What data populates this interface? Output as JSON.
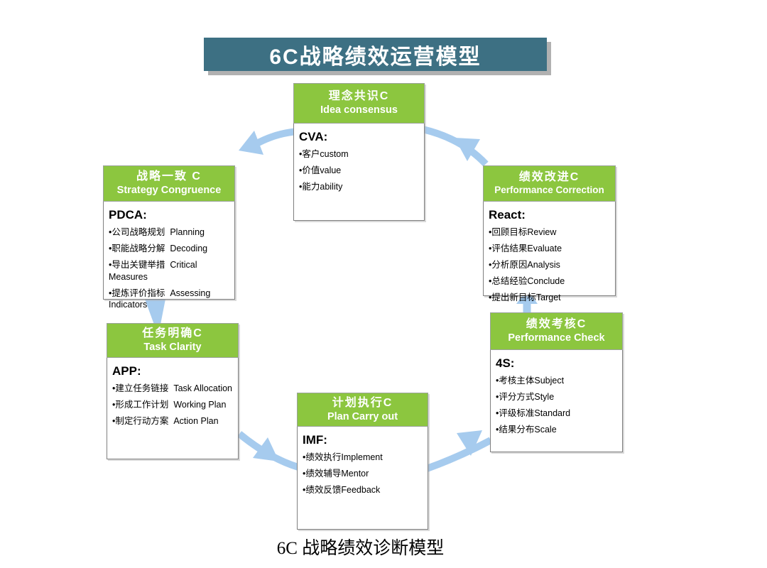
{
  "title": "6C战略绩效运营模型",
  "caption": "6C 战略绩效诊断模型",
  "colors": {
    "banner_teal": "#3D7083",
    "header_green": "#8CC63F",
    "arrow_blue": "#A6CBEE",
    "box_border": "#7F7F7F"
  },
  "nodes": [
    {
      "id": "idea-consensus",
      "title_cn": "理念共识C",
      "title_en": "Idea consensus",
      "acronym": "CVA:",
      "items": [
        "•客户custom",
        "•价值value",
        "•能力ability"
      ]
    },
    {
      "id": "strategy-congruence",
      "title_cn": "战略一致 C",
      "title_en": "Strategy Congruence",
      "acronym": "PDCA:",
      "items": [
        "•公司战略规划  Planning",
        "•职能战略分解  Decoding",
        "•导出关键举措  Critical Measures",
        "•提炼评价指标  Assessing Indicators"
      ]
    },
    {
      "id": "performance-correction",
      "title_cn": "绩效改进C",
      "title_en": "Performance Correction",
      "acronym": "React:",
      "items": [
        "•回顾目标Review",
        "•评估结果Evaluate",
        "•分析原因Analysis",
        "•总结经验Conclude",
        "•提出新目标Target"
      ]
    },
    {
      "id": "task-clarity",
      "title_cn": "任务明确C",
      "title_en": "Task Clarity",
      "acronym": "APP:",
      "items": [
        "•建立任务链接  Task Allocation",
        "•形成工作计划  Working Plan",
        "•制定行动方案  Action Plan"
      ]
    },
    {
      "id": "performance-check",
      "title_cn": "绩效考核C",
      "title_en": "Performance Check",
      "acronym": "4S:",
      "items": [
        "•考核主体Subject",
        "•评分方式Style",
        "•评级标准Standard",
        "•结果分布Scale"
      ]
    },
    {
      "id": "plan-carry-out",
      "title_cn": "计划执行C",
      "title_en": "Plan Carry out",
      "acronym": "IMF:",
      "items": [
        "•绩效执行Implement",
        "•绩效辅导Mentor",
        "•绩效反馈Feedback"
      ]
    }
  ]
}
